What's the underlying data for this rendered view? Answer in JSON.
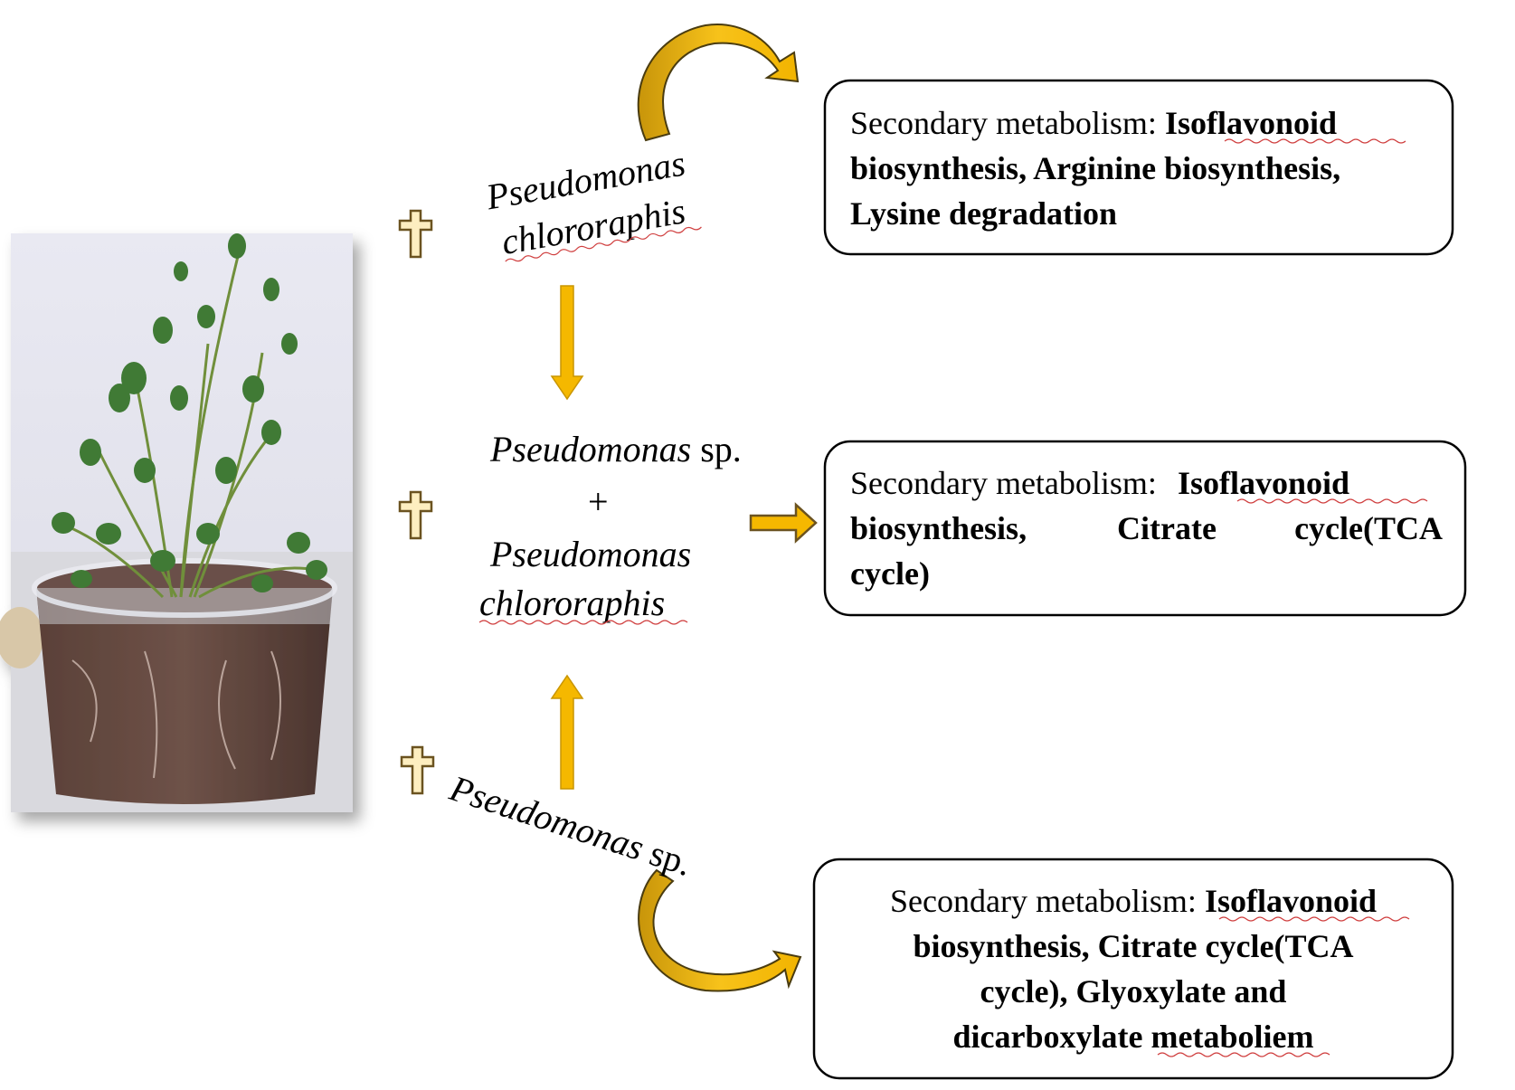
{
  "colors": {
    "arrow_fill": "#f5b800",
    "arrow_stroke": "#c99500",
    "curved_arrow_edge": "#4a3c10",
    "plus_fill": "#fdeec0",
    "plus_stroke": "#6b5320",
    "box_stroke": "#000000"
  },
  "icons": [
    "plus-icon",
    "down-arrow-icon",
    "up-arrow-icon",
    "right-arrow-icon",
    "curved-arrow-icon"
  ],
  "treatments": {
    "top": {
      "genus": "Pseudomonas",
      "species": "chlororaphis"
    },
    "middle": {
      "line1_genus": "Pseudomonas",
      "line1_suffix": " sp.",
      "plus": "+",
      "line2_genus": "Pseudomonas",
      "line3_species": "chlororaphis"
    },
    "bottom": {
      "genus": "Pseudomonas",
      "suffix": " sp."
    }
  },
  "boxes": {
    "top": {
      "prefix": "Secondary metabolism: ",
      "line1_bold": "Isoflavonoid",
      "line2": "biosynthesis, Arginine biosynthesis,",
      "line3": "Lysine degradation"
    },
    "middle": {
      "prefix": "Secondary metabolism: ",
      "line1_bold": "Isoflavonoid",
      "line2a": "biosynthesis,",
      "line2b": "Citrate",
      "line2c": "cycle(TCA",
      "line3": "cycle)"
    },
    "bottom": {
      "prefix": "Secondary metabolism: ",
      "line1_bold": "Isoflavonoid",
      "line2": "biosynthesis, Citrate cycle(TCA",
      "line3": "cycle), Glyoxylate and",
      "line4a": "dicarboxylate ",
      "line4b": "metaboliem"
    }
  }
}
